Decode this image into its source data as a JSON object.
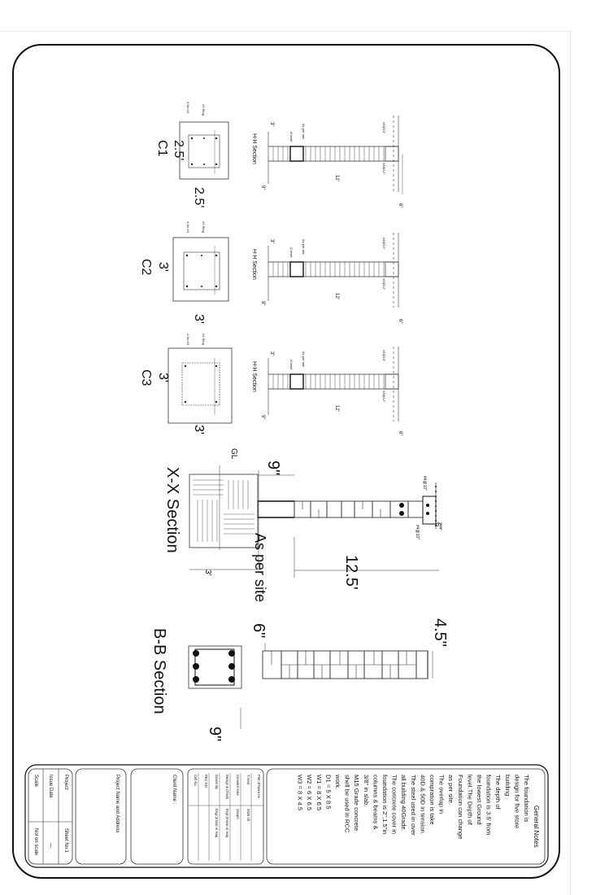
{
  "general_notes": {
    "heading": "General Notes",
    "lines": [
      "The foundation is",
      "design for five store",
      "building .",
      "The depth of",
      "foundation is 3.5' from",
      "the lowest Ground",
      "level.The Depth of",
      "Foundation can change",
      "as per site.",
      "The overlap in",
      "compration is take",
      "40D.& 50D in tension.",
      "The steel used in over",
      "all building 40Grade.",
      "The concrete cover in",
      "foundation is 2\",1.5\"in",
      "columns & beams &",
      "3/8\" in slab.",
      "M15 Grade concrete",
      "shell be used in RCC",
      "work.",
      "D1 = 5 X 8.5",
      "W1 = 8 X 6.5",
      "W2 = 6 X 6.5",
      "W3 = 8 X 4.5"
    ]
  },
  "title_block": {
    "info_rows": [
      [
        "Plot (Khasra no.",
        ""
      ],
      [
        "T.Area",
        "2520 sft"
      ],
      [
        "Covered Area",
        "24sqm"
      ],
      [
        "Design & Check",
        "Engr.(Imran ul Haq"
      ],
      [
        "Drawn By",
        "Engr.(Imran ul Haq"
      ],
      [
        "PEC NO",
        ""
      ],
      [
        "Cell No.",
        ""
      ]
    ],
    "client_label": "Client Name :",
    "project_address_label": "Project Name and Address",
    "project_label": "Project",
    "sheet_label": "Sheet  No.1",
    "issue_date_label": "Issue Date",
    "issue_date_value": "—",
    "scale_label": "Scale",
    "scale_value": "Not on scale"
  },
  "bb_section": {
    "title": "B-B Section",
    "dim_top": "4.5\"",
    "dim_width": "6\"",
    "dim_base": "9\""
  },
  "xx_section": {
    "title": "X-X Section",
    "dim_height": "12.5'",
    "dim_top": "9\"",
    "dim_cap": "6\"",
    "dim_base": "3'",
    "note": "As per site",
    "gl_label": "GL",
    "bar_top": "#4@10\"",
    "bar_bottom": "#4@10\""
  },
  "columns": [
    {
      "name": "C1",
      "size_a": "2.5'",
      "size_b": "2.5'",
      "ring": "#3 Ring",
      "bar": "4 No #4"
    },
    {
      "name": "C2",
      "size_a": "3'",
      "size_b": "3'",
      "ring": "#3 Ring",
      "bar": "4 No #4"
    },
    {
      "name": "C3",
      "size_a": "3'",
      "size_b": "3'",
      "ring": "#3 Ring",
      "bar": "4 No #4"
    }
  ],
  "hh_sections": [
    {
      "title": "H-H Section",
      "height": "12'",
      "top": "3\"",
      "base": "9\"",
      "cap": "6\"",
      "bar_a": "#4@10\"",
      "bar_b": "#4@12\"",
      "note": "As per site",
      "gl": "G.level"
    },
    {
      "title": "H-H Section",
      "height": "12'",
      "top": "3\"",
      "base": "9\"",
      "cap": "6\"",
      "bar_a": "#4@10\"",
      "bar_b": "#4@12\"",
      "note": "As per site",
      "gl": "G.level"
    },
    {
      "title": "H-H Section",
      "height": "12'",
      "top": "3\"",
      "base": "9\"",
      "cap": "6\"",
      "bar_a": "#4@10\"",
      "bar_b": "#4@12\"",
      "note": "As per site",
      "gl": "G.level"
    }
  ]
}
